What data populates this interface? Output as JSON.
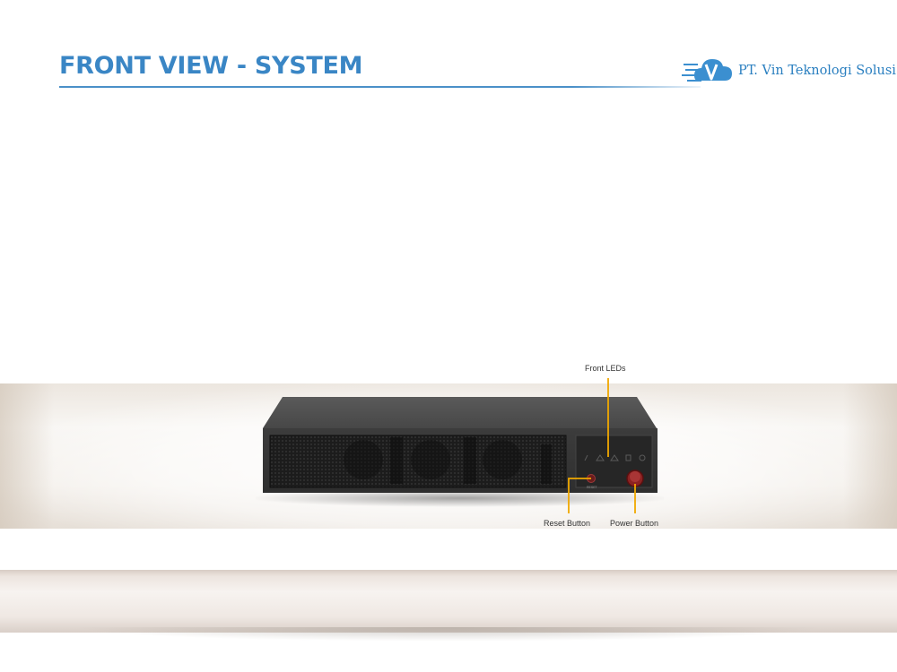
{
  "header": {
    "title": "FRONT VIEW - SYSTEM",
    "logo_text": "PT. Vin Teknologi Solusi"
  },
  "device": {
    "callouts": {
      "front_leds": "Front LEDs",
      "reset_button": "Reset Button",
      "power_button": "Power Button"
    },
    "reset_label": "RESET",
    "callout_color": "#f0a800",
    "body_color": "#3a3a3a",
    "power_button_color": "#a52a2a"
  }
}
